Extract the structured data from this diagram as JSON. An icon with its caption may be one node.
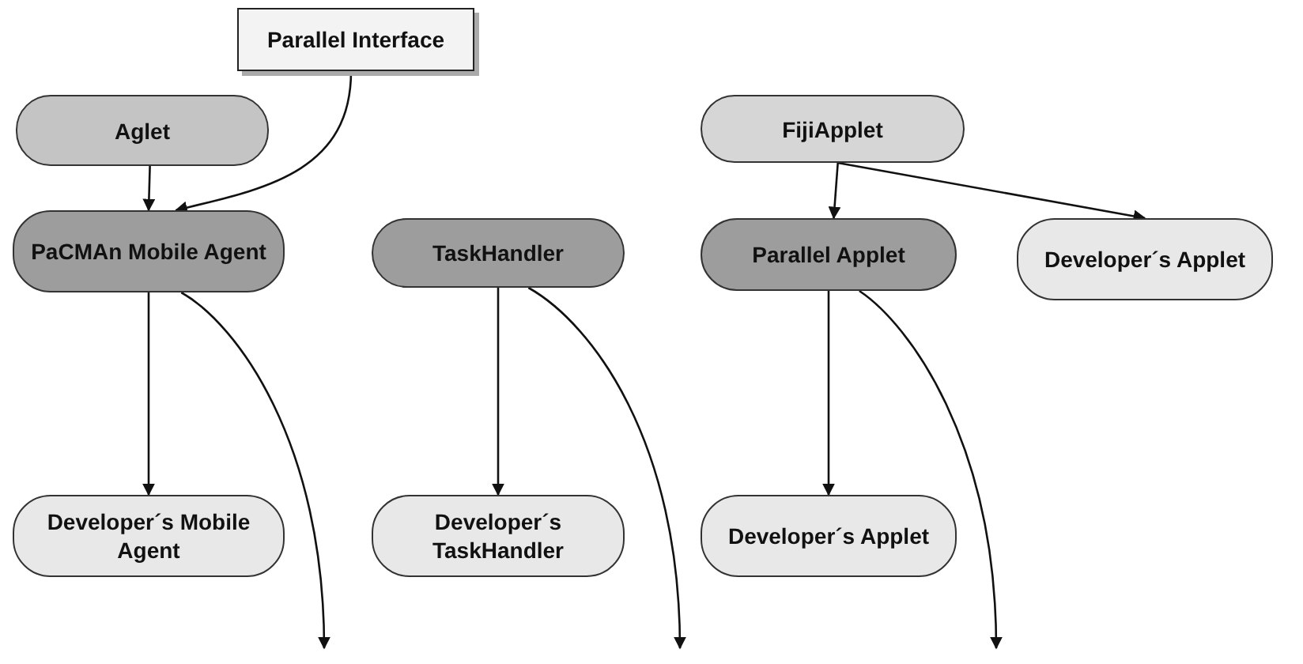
{
  "diagram": {
    "nodes": [
      {
        "text": [
          "Parallel Interface"
        ]
      },
      {
        "text": [
          "Aglet"
        ]
      },
      {
        "text": [
          "PaCMAn Mobile Agent"
        ]
      },
      {
        "text": [
          "Developer´s Mobile Agent"
        ]
      },
      {
        "text": [
          "TaskHandler"
        ]
      },
      {
        "text": [
          "Developer´s TaskHandler"
        ]
      },
      {
        "text": [
          "FijiApplet"
        ]
      },
      {
        "text": [
          "Parallel Applet"
        ]
      },
      {
        "text": [
          "Developer´s Applet"
        ]
      },
      {
        "text": [
          "Developer´s Applet"
        ]
      }
    ],
    "edges": [
      {
        "from": 1,
        "to": 2,
        "arrow": "to"
      },
      {
        "from": 0,
        "to": 2,
        "arrow": "to"
      },
      {
        "from": 2,
        "to": 3,
        "arrow": "to"
      },
      {
        "from": 2,
        "to": null,
        "arrow": "to"
      },
      {
        "from": 4,
        "to": 5,
        "arrow": "to"
      },
      {
        "from": 4,
        "to": null,
        "arrow": "to"
      },
      {
        "from": 6,
        "to": 7,
        "arrow": "to"
      },
      {
        "from": 6,
        "to": 8,
        "arrow": "to"
      },
      {
        "from": 7,
        "to": 9,
        "arrow": "to"
      },
      {
        "from": 7,
        "to": null,
        "arrow": "to"
      }
    ]
  }
}
